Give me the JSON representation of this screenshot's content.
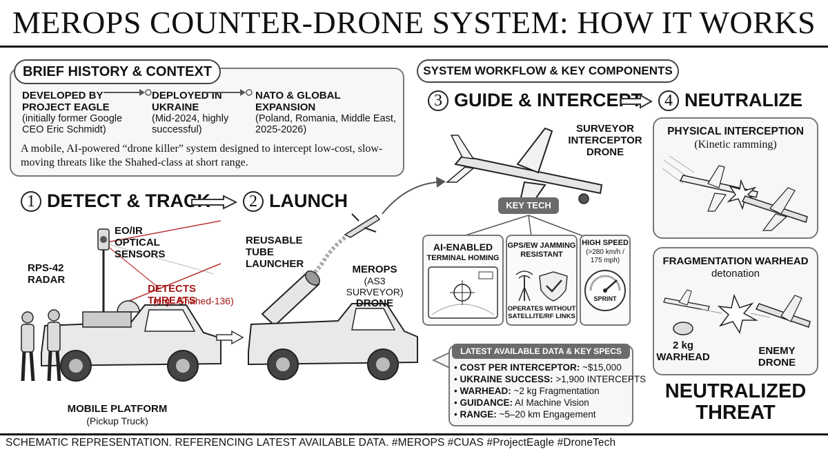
{
  "title": "MEROPS COUNTER-DRONE SYSTEM: HOW IT WORKS",
  "history": {
    "heading": "BRIEF HISTORY & CONTEXT",
    "col1_title": "DEVELOPED BY PROJECT EAGLE",
    "col1_body": "(initially former Google CEO Eric Schmidt)",
    "col2_title": "DEPLOYED IN UKRAINE",
    "col2_body": "(Mid-2024, highly successful)",
    "col3_title": "NATO & GLOBAL EXPANSION",
    "col3_body": "(Poland, Romania, Middle East, 2025-2026)",
    "description": "A mobile, AI-powered “drone killer” system designed to intercept low-cost, slow-moving threats like the Shahed-class at short range."
  },
  "workflow_heading": "SYSTEM WORKFLOW & KEY COMPONENTS",
  "steps": {
    "s1_num": "1",
    "s1_label": "DETECT & TRACK",
    "s2_num": "2",
    "s2_label": "LAUNCH",
    "s3_num": "3",
    "s3_label": "GUIDE & INTERCEPT",
    "s4_num": "4",
    "s4_label": "NEUTRALIZE"
  },
  "detect": {
    "eo_ir": "EO/IR OPTICAL SENSORS",
    "radar": "RPS-42 RADAR",
    "threats_title": "DETECTS THREATS",
    "threats_example": "(e.g., Shahed-136)",
    "platform_title": "MOBILE PLATFORM",
    "platform_sub": "(Pickup Truck)"
  },
  "launch": {
    "tube": "REUSABLE TUBE LAUNCHER",
    "drone_title": "MEROPS",
    "drone_sub": "(AS3 SURVEYOR)",
    "drone_word": "DRONE"
  },
  "guide": {
    "surveyor": "SURVEYOR INTERCEPTOR DRONE",
    "key_tech": "KEY TECH",
    "tech1_title": "AI-ENABLED",
    "tech1_sub": "TERMINAL HOMING",
    "tech2_title": "GPS/EW JAMMING RESISTANT",
    "tech2_sub": "OPERATES WITHOUT SATELLITE/RF LINKS",
    "tech3_title": "HIGH SPEED",
    "tech3_sub": "(>280 km/h / 175 mph)",
    "tech3_gauge": "SPRINT"
  },
  "specs": {
    "heading": "LATEST AVAILABLE DATA & KEY SPECS",
    "rows": [
      {
        "k": "COST PER INTERCEPTOR:",
        "v": " ~$15,000"
      },
      {
        "k": "UKRAINE SUCCESS:",
        "v": " >1,900 INTERCEPTS"
      },
      {
        "k": "WARHEAD:",
        "v": " ~2 kg Fragmentation"
      },
      {
        "k": "GUIDANCE:",
        "v": " AI Machine Vision"
      },
      {
        "k": "RANGE:",
        "v": " ~5–20 km Engagement"
      }
    ]
  },
  "neutralize": {
    "phys_title": "PHYSICAL INTERCEPTION",
    "phys_sub": "(Kinetic ramming)",
    "frag_title": "FRAGMENTATION WARHEAD",
    "frag_sub": "detonation",
    "warhead": "2 kg WARHEAD",
    "enemy": "ENEMY DRONE",
    "result": "NEUTRALIZED THREAT"
  },
  "footer": "SCHEMATIC REPRESENTATION. REFERENCING LATEST AVAILABLE DATA. #MEROPS #CUAS #ProjectEagle #DroneTech",
  "colors": {
    "accent_red": "#a31616",
    "ink": "#111111",
    "panel_bg": "#f7f7f7",
    "tag_bg": "#6b6b6b"
  }
}
